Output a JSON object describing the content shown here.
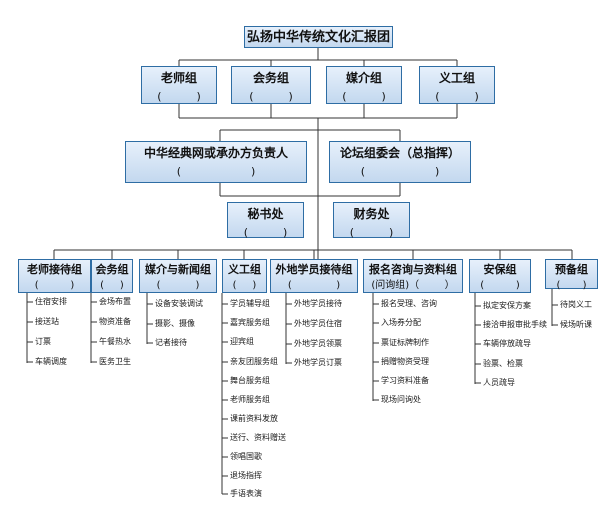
{
  "root": {
    "label": "弘扬中华传统文化汇报团"
  },
  "top_groups": [
    {
      "label": "老师组",
      "paren": "(          )"
    },
    {
      "label": "会务组",
      "paren": "(          )"
    },
    {
      "label": "媒介组",
      "paren": "(          )"
    },
    {
      "label": "义工组",
      "paren": "(          )"
    }
  ],
  "mid": [
    {
      "label": "中华经典网或承办方负责人",
      "paren": "(                    )"
    },
    {
      "label": "论坛组委会（总指挥）",
      "paren": "(                    )"
    }
  ],
  "office": [
    {
      "label": "秘书处",
      "paren": "(          )"
    },
    {
      "label": "财务处",
      "paren": "(          )"
    }
  ],
  "departments": [
    {
      "label": "老师接待组",
      "paren": "(          )",
      "items": [
        "住宿安排",
        "接送站",
        "订票",
        "车辆调度"
      ]
    },
    {
      "label": "会务组",
      "paren": "(     )",
      "items": [
        "会场布置",
        "物资准备",
        "午餐热水",
        "医务卫生"
      ]
    },
    {
      "label": "媒介与新闻组",
      "paren": "(           )",
      "items": [
        "设备安装调试",
        "摄影、摄像",
        "记者接待"
      ]
    },
    {
      "label": "义工组",
      "paren": "(     )",
      "items": [
        "学员辅导组",
        "嘉宾服务组",
        "迎宾组",
        "亲友团服务组",
        "舞台服务组",
        "老师服务组",
        "课前资料发放",
        "送行、资料赠送",
        "领唱国歌",
        "退场指挥",
        "手语表演"
      ]
    },
    {
      "label": "外地学员接待组",
      "paren": "(              )",
      "items": [
        "外地学员接待",
        "外地学员住宿",
        "外地学员领票",
        "外地学员订票"
      ]
    },
    {
      "label": "报名咨询与资料组",
      "paren": "(问询组)（        ）",
      "items": [
        "报名受理、咨询",
        "入场券分配",
        "票证标牌制作",
        "捐赠物资受理",
        "学习资料准备",
        "现场问询处"
      ]
    },
    {
      "label": "安保组",
      "paren": "(          )",
      "items": [
        "拟定安保方案",
        "接洽申报审批手续",
        "车辆停放疏导",
        "验票、检票",
        "人员疏导"
      ]
    },
    {
      "label": "预备组",
      "paren": "(       )",
      "items": [
        "待岗义工",
        "候场听课"
      ]
    }
  ]
}
